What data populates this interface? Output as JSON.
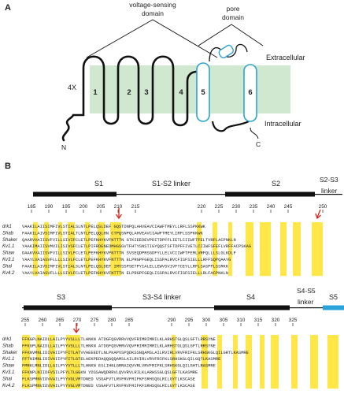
{
  "panel_a": {
    "label": "A",
    "copy_number": "4X",
    "vsd_label_line1": "voltage-sensing",
    "vsd_label_line2": "domain",
    "pore_label_line1": "pore",
    "pore_label_line2": "domain",
    "extracellular": "Extracellular",
    "intracellular": "Intracellular",
    "segments": [
      "1",
      "2",
      "3",
      "4",
      "5",
      "6"
    ],
    "n_term": "N",
    "c_term": "C",
    "colors": {
      "membrane": "#cfe8cf",
      "pore_helix": "#2aa3d8",
      "line": "#111111"
    }
  },
  "panel_b": {
    "label": "B",
    "top_bar": {
      "labels": [
        "S1",
        "S1-S2 linker",
        "S2",
        "S2-S3",
        "linker"
      ],
      "ticks": [
        "185",
        "190",
        "195",
        "200",
        "205",
        "210",
        "215",
        "220",
        "225",
        "230",
        "235",
        "240",
        "245",
        "250"
      ]
    },
    "bottom_bar": {
      "labels": [
        "S3",
        "S3-S4 linker",
        "S4",
        "S4-S5",
        "linker",
        "S5"
      ],
      "ticks": [
        "255",
        "260",
        "265",
        "270",
        "275",
        "280",
        "285",
        "290",
        "295",
        "300",
        "305",
        "310",
        "315",
        "320",
        "325"
      ]
    },
    "species": [
      "drk1",
      "Shab",
      "Shaker",
      "Kv1.1",
      "Shaw",
      "Kv3.1",
      "Shal",
      "Kv4.2"
    ],
    "top_seqs": [
      "VAAKILAIISIMFIVLSTIALSLNTLPELQSLDEF    GQSTDNPQLAHVEAVCIAWFTMEYLLRFLSSPKKWK",
      "FAAKILAIVSIMFIVLSTIALTLNTLPELQQLHN     CTPQSNPQLAHVEAVCIAWFTMEYLIRFLSSPKKWK",
      "QAARVVAIISVFVILLSIVIFCLETLPEFKHYKVFNTTTN  GTKIEEDEVPDITDPFFLIETLCIIWFTFELTVRFLACPNKLN",
      "YAAKIMAIISVMVILISIVSFCLETLPIFRDENEDMHGSGVTFHTYSNSTIGYQQSTSFTDPFFIVETLCIIWFSFEFLVRFFACPSKAG",
      "DAAKVVAIISVFVILLSIVLFCLETLPEFKHYKVFNTTTN    SVSEQDPRSGDFYLLELVCIIWFTFEMLVRFQLLLSLGLKDLF",
      "YAAYLVAIASVFLLLLSIVLFCLETLPEFKHYKVFNTTTN  ELPRGPFGEQLISSPALRVCFISFSIELLLRFFSQPQAAYG",
      "FAAKILAIVSIMFIVLSTIALSLNTLPELQSLDEF   IMYSSPSETPYIALELLEWVSVIVFTCEYLLRFLSASPFLSSRKK",
      "YAAYLVAIASVFLLLLSIVLFCLETLPEFKHYKVFNTTTN  ELPRGPFGEQLISSPALRVCFISFSIELLLRLFACPNKLN"
    ],
    "bottom_seqs": [
      "FFKGPLNAIDLLAILPYYVSLLLTLHNKN   ATDGFQGVRRVVQVFRIMRIMRILKLARHSTGLQSLGFTLRRSYNE",
      "FFKGPLNAIDLLAILPYYVSLLLTLHNKN    ATDGFQGVRRVVQVFRIMRIMRILKLARHSTGLQSLGFTLRRSYNE",
      "FFKNVMNLIDIVAIIPYFITLATVVAEEEDTLNLPKAPVSPQDKSSNQAMSLAILRVIRLVRVFRIFKLSRHSKGLQILGRTLKASMRE",
      "FFTNIMNLIDIVAIIPYFITLGTELAEKPEDAQQGQQAMSLAILRVIRLVRVFRIFKLSRHSKGLQILGQTLKASMRE",
      "FMRKLMNLIDLLAILPYYVTLLLTLHNKN   ESLIHNLGRRAIQVVRLVRVFRIFKLSRHSKGLQILGHTLRASMRE",
      "FFKNPLNIIDFVSILPFYLTLGGKN  YDSSAWQDRRVLQVVRVLRILKLARHSSGLQSLGFTLKASMRE",
      "FLKSPMNVIDVVAILPYYVGLVMTDNED   VSGAFVTLRVFRVFRIFKFSRHSQGLRILGYTLKSCASE",
      "FLKSPMNVIDVVAILPYYVGLVMTDNED   VSGAFVTLRVFRVFRIFKFSRHSQGLRILGYTLKSCASE"
    ],
    "colors": {
      "highlight": "#ffe74a",
      "arrow": "#d8241c",
      "s5_bar": "#2aa3d8",
      "bar": "#111111"
    }
  }
}
